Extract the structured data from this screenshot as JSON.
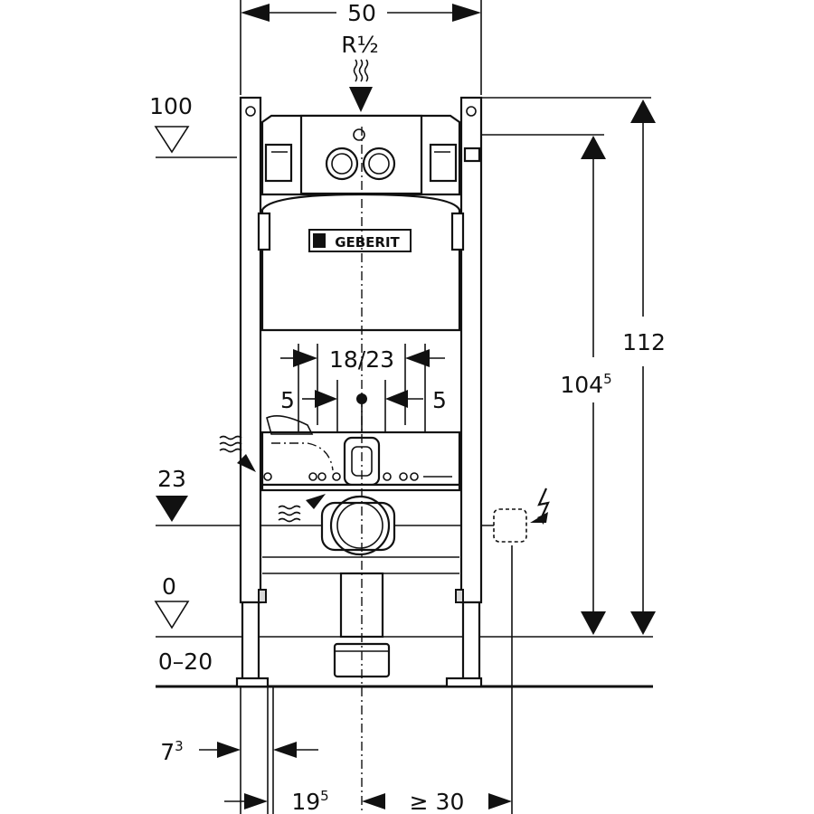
{
  "dimensions": {
    "frame_width": "50",
    "water_inlet": "R½",
    "level_top": "100",
    "level_mid": "23",
    "level_floor": "0",
    "level_range": "0–20",
    "overall_height_main": "112",
    "flush_height_main": "104",
    "flush_height_sup": "5",
    "bolt_spacing": "18/23",
    "offset_left": "5",
    "offset_right": "5",
    "leg_offset_main": "7",
    "leg_offset_sup": "3",
    "center_offset_main": "19",
    "center_offset_sup": "5",
    "side_clearance": "≥ 30"
  },
  "brand": {
    "logo_text": "GEBERIT"
  },
  "icons": {
    "water_inlet": "wavy-water-icon",
    "electrical": "lightning-icon",
    "water_left": "wavy-water-icon",
    "water_drain": "wavy-water-icon"
  }
}
